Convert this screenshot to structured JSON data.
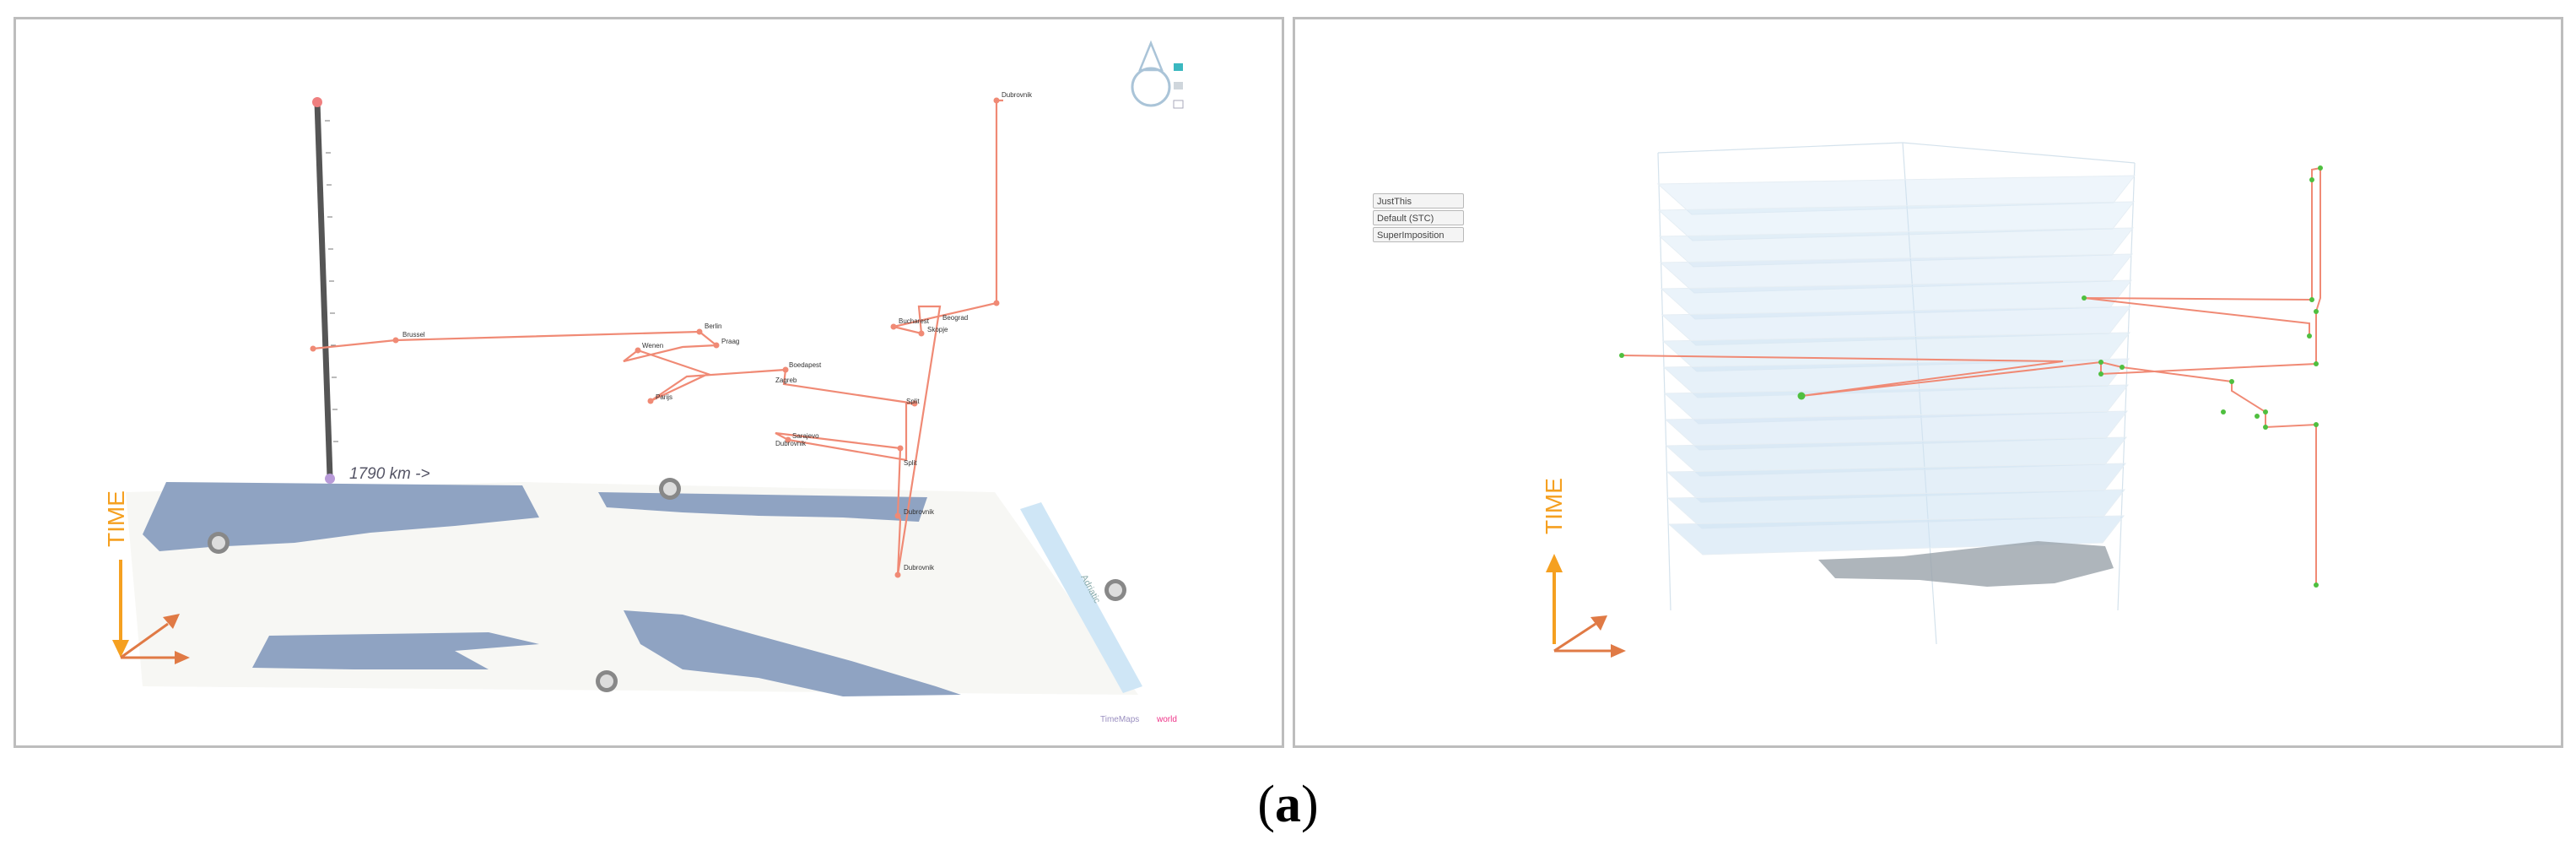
{
  "left_panel": {
    "distance_label": "1790 km ->",
    "time_label": "TIME",
    "place_labels": [
      "Brussel",
      "Berlin",
      "Praag",
      "Wenen",
      "Boedapest",
      "Parijs",
      "Bucharest",
      "Zagreb",
      "Sarajevo",
      "Beograd",
      "Dubrovnik",
      "Dubrovnik",
      "Skopje",
      "Split",
      "Split",
      "Dubrovnik",
      "Dubrovnik"
    ],
    "faint_side_label": "Adriatic",
    "footer_brand": "TimeMaps",
    "footer_brand_suffix": "world"
  },
  "right_panel": {
    "time_label": "TIME",
    "buttons": [
      "JustThis",
      "Default (STC)",
      "SuperImposition"
    ]
  },
  "caption": {
    "open": "(",
    "letter": "a",
    "close": ")"
  },
  "colors": {
    "route": "#f08a75",
    "time_arrow_v": "#f5a020",
    "time_arrow_xy": "#e07a45",
    "map_land": "#8fa3c2",
    "layer_fill": "#cfe3f3",
    "node_green": "#4fbf3f",
    "timeline_axis": "#555555",
    "accent_teal": "#3bb8c0"
  }
}
